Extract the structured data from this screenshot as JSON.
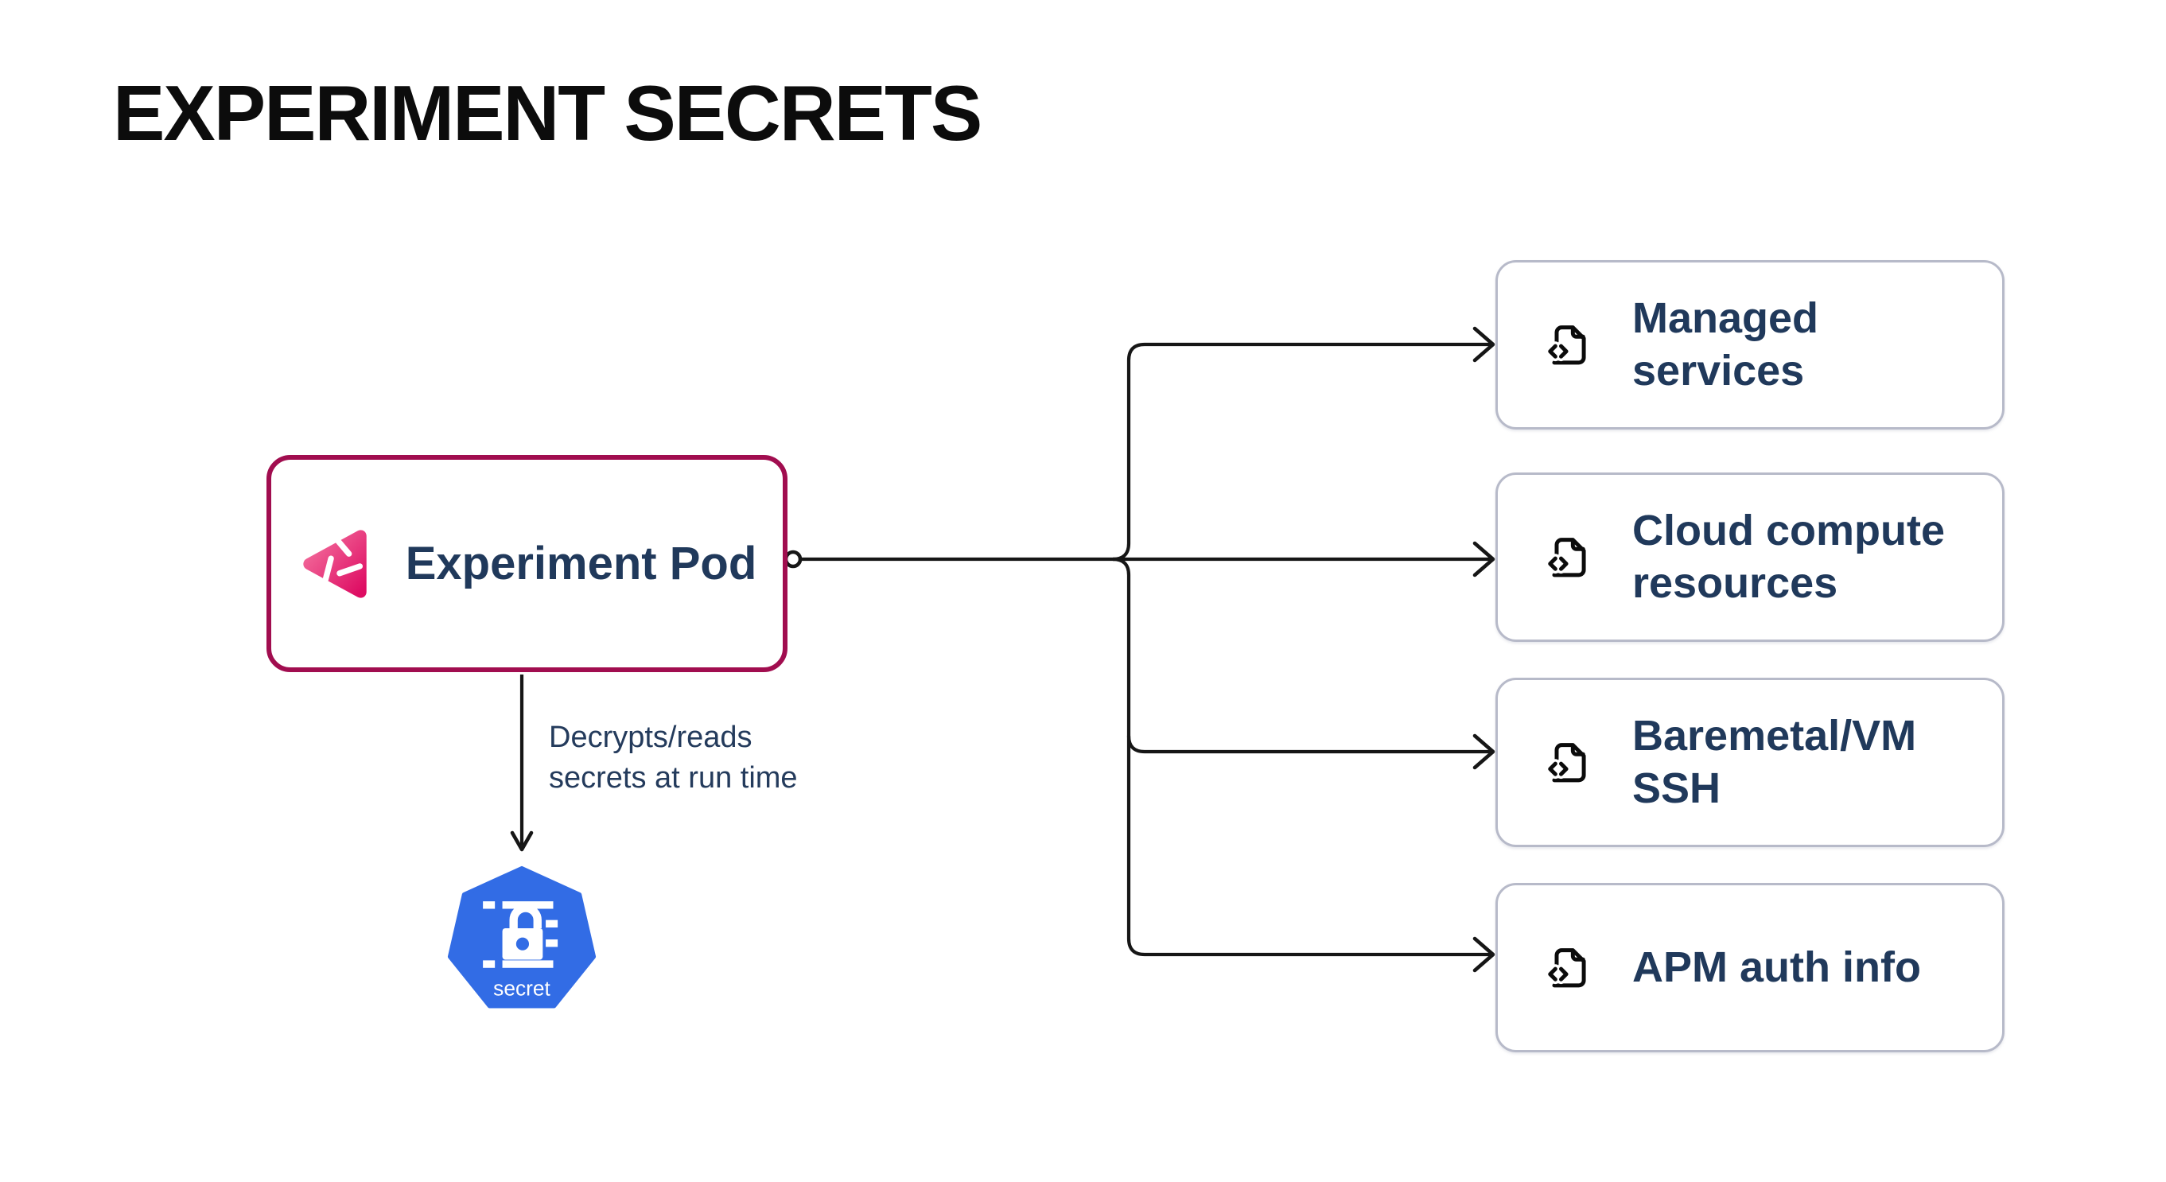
{
  "title": "EXPERIMENT SECRETS",
  "pod": {
    "label": "Experiment Pod"
  },
  "annotation": {
    "line1": "Decrypts/reads",
    "line2": "secrets at run time"
  },
  "secret": {
    "label": "secret"
  },
  "targets": [
    {
      "label": "Managed services"
    },
    {
      "label": "Cloud compute resources"
    },
    {
      "label": "Baremetal/VM SSH"
    },
    {
      "label": "APM auth info"
    }
  ],
  "icons": {
    "pod": "experiment-logo-icon",
    "target": "file-code-icon",
    "secret": "kubernetes-secret-icon"
  },
  "colors": {
    "title": "#0c0c0c",
    "text_navy": "#20395b",
    "pod_border": "#a10d4f",
    "pod_icon_gradient_start": "#f4729f",
    "pod_icon_gradient_end": "#de0d63",
    "target_border": "#b7bac9",
    "kubernetes_blue": "#326ce5",
    "line": "#161616",
    "background": "#ffffff"
  }
}
